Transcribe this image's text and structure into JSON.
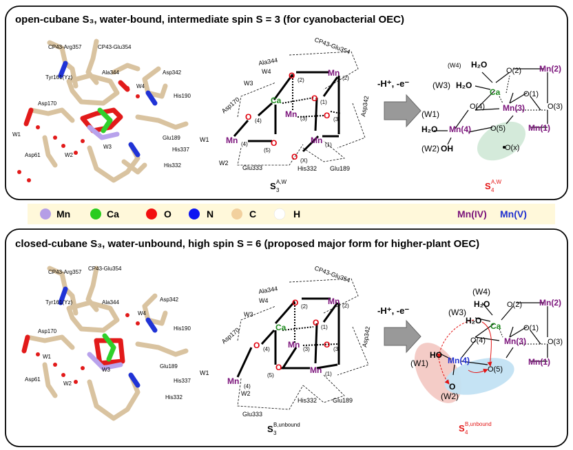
{
  "top_panel": {
    "title": "open-cubane S₃, water-bound, intermediate spin S = 3 (for cyanobacterial OEC)",
    "residues": [
      "CP43-Arg357",
      "CP43-Glu354",
      "Tyr161(Yz)",
      "Ala344",
      "Asp342",
      "W4",
      "His190",
      "Asp170",
      "W1",
      "Asp61",
      "W2",
      "W3",
      "Glu189",
      "His337",
      "His332"
    ],
    "schematic_labels": {
      "mn": [
        "Mn",
        "Mn",
        "Mn",
        "Mn"
      ],
      "mn_sub": [
        "(2)",
        "(1)",
        "(3)",
        "(4)"
      ],
      "ca": "Ca",
      "o_sub": [
        "(2)",
        "(1)",
        "(3)",
        "(4)",
        "(5)",
        "(X)"
      ],
      "w": [
        "W4",
        "W3",
        "W1",
        "W2"
      ],
      "res": [
        "Ala344",
        "CP43-Glu354",
        "Asp170",
        "Asp342",
        "Glu333",
        "His332",
        "Glu189"
      ],
      "state": "S",
      "state_sub": "3",
      "state_sup": "A,W"
    },
    "arrow_label": "-H⁺, -e⁻",
    "product": {
      "labels": [
        "(W4)",
        "H₂O",
        "(W3)",
        "H₂O",
        "(W1)",
        "H₂O",
        "(W2)",
        "OH",
        "Ca",
        "Mn(2)",
        "Mn(3)",
        "Mn(1)",
        "Mn(4)",
        "O(2)",
        "O(1)",
        "O(3)",
        "O(4)",
        "O(5)",
        "O(x)"
      ],
      "state": "S",
      "state_sub": "4",
      "state_sup": "A,W"
    }
  },
  "legend": {
    "items": [
      {
        "label": "Mn",
        "color": "#b59ee6"
      },
      {
        "label": "Ca",
        "color": "#29cc1f"
      },
      {
        "label": "O",
        "color": "#f20f0f"
      },
      {
        "label": "N",
        "color": "#0d15f2"
      },
      {
        "label": "C",
        "color": "#f2d09e"
      },
      {
        "label": "H",
        "color": "#ffffff"
      }
    ],
    "oxidation_iv": "Mn(IV)",
    "oxidation_v": "Mn(V)"
  },
  "bottom_panel": {
    "title": "closed-cubane S₃, water-unbound, high spin S = 6 (proposed major form for higher-plant OEC)",
    "residues": [
      "CP43-Arg357",
      "CP43-Glu354",
      "Tyr161(Yz)",
      "Ala344",
      "Asp342",
      "W4",
      "His190",
      "Asp170",
      "W1",
      "Asp61",
      "W2",
      "W3",
      "Glu189",
      "His337",
      "His332"
    ],
    "schematic_labels": {
      "w": [
        "W4",
        "W3",
        "W1",
        "W2"
      ],
      "res": [
        "Ala344",
        "CP43-Glu354",
        "Asp170",
        "Asp342",
        "Glu333",
        "His332",
        "Glu189"
      ],
      "state": "S",
      "state_sub": "3",
      "state_sup": "B,unbound"
    },
    "arrow_label": "-H⁺, -e⁻",
    "product": {
      "labels": [
        "(W4)",
        "H₂O",
        "(W3)",
        "H₂O",
        "HO",
        "(W1)",
        "Mn(4)",
        "O",
        "(W2)",
        "Ca",
        "Mn(2)",
        "Mn(3)",
        "Mn(1)",
        "O(2)",
        "O(1)",
        "O(3)",
        "O(4)",
        "O(5)"
      ],
      "state": "S",
      "state_sub": "4",
      "state_sup": "B,unbound"
    }
  }
}
